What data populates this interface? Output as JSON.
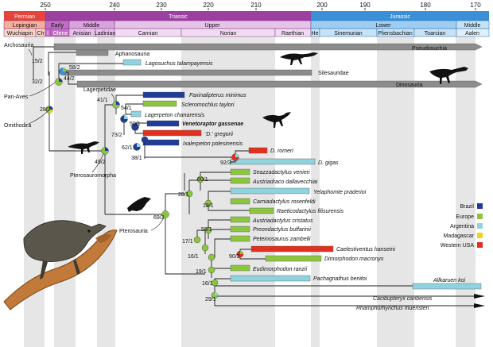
{
  "time_axis": {
    "ticks": [
      "250",
      "240",
      "230",
      "220",
      "210",
      "200",
      "190",
      "180",
      "170"
    ]
  },
  "periods": [
    {
      "name": "Permian",
      "color": "#e8433a"
    },
    {
      "name": "Triassic",
      "color": "#9b3fa0"
    },
    {
      "name": "Jurassic",
      "color": "#3a8fd6"
    }
  ],
  "epochs": [
    "Lopingian",
    "Early",
    "Middle",
    "Upper",
    "Lower",
    "Middle"
  ],
  "stages": [
    "Wuchiapin",
    "Ch",
    "I",
    "Olene",
    "Anisian",
    "Ladinian",
    "Carnian",
    "Norian",
    "Raethian",
    "He",
    "Sinemurian",
    "Pliensbachian",
    "Toarcian",
    "Aalen"
  ],
  "taxa": [
    {
      "name": "Pseudosuchia",
      "style": "plain"
    },
    {
      "name": "Aphanosauria",
      "style": "plain"
    },
    {
      "name": "Lagosuchus talampayensis",
      "style": "italic"
    },
    {
      "name": "Silesauridae",
      "style": "plain"
    },
    {
      "name": "Dinosauria",
      "style": "plain"
    },
    {
      "name": "Faxinalipterus minimus",
      "style": "italic"
    },
    {
      "name": "Scleromochlus taylori",
      "style": "italic"
    },
    {
      "name": "Lagerpeton chanarensis",
      "style": "italic"
    },
    {
      "name": "Venetoraptor gassenae",
      "style": "bold"
    },
    {
      "name": "'D.' gregorii",
      "style": "italic"
    },
    {
      "name": "Ixalerpeton polesinensis",
      "style": "italic"
    },
    {
      "name": "D. romeri",
      "style": "italic"
    },
    {
      "name": "D. gigas",
      "style": "italic"
    },
    {
      "name": "Seazzadactylus venieri",
      "style": "italic"
    },
    {
      "name": "Austriadraco dallavecchiai",
      "style": "italic"
    },
    {
      "name": "Yelaphomte praderioi",
      "style": "italic"
    },
    {
      "name": "Carniadactylus rosenfeldi",
      "style": "italic"
    },
    {
      "name": "Raeticodactylus filisurensis",
      "style": "italic"
    },
    {
      "name": "Austriadactylus cristatus",
      "style": "italic"
    },
    {
      "name": "Preondactylus buffarinii",
      "style": "italic"
    },
    {
      "name": "Peteinosaurus zambelli",
      "style": "italic"
    },
    {
      "name": "Caelestiventus hanseini",
      "style": "italic"
    },
    {
      "name": "Dimorphodon macronyx",
      "style": "italic"
    },
    {
      "name": "Eudimorphodon ranzii",
      "style": "italic"
    },
    {
      "name": "Pachagnathus benitoi",
      "style": "italic"
    },
    {
      "name": "Allkaruen koi",
      "style": "italic"
    },
    {
      "name": "Cacibupteryx caribensis",
      "style": "italic"
    },
    {
      "name": "Rhamphorhynchus muensteri",
      "style": "italic"
    }
  ],
  "clades": [
    "Archosauria",
    "Pan-Aves",
    "Omithodira",
    "Lagerpetidae",
    "Pterosauromorpha",
    "Pterosauria"
  ],
  "support_values": [
    "15/2",
    "58/2",
    "32/2",
    "44/2",
    "28/2",
    "41/1",
    "54/1",
    "73/2",
    "50/1",
    "62/1",
    "38/1",
    "92/3",
    "49/2",
    "60/1",
    "28/1",
    "18/1",
    "69/2",
    "58/1",
    "17/1",
    "16/1",
    "90/2",
    "19/1",
    "16/1",
    "29/1"
  ],
  "legend": {
    "items": [
      {
        "label": "Brazil",
        "color": "#1f3c9a"
      },
      {
        "label": "Europe",
        "color": "#8cc63f"
      },
      {
        "label": "Argentina",
        "color": "#8fd3df"
      },
      {
        "label": "Madagascar",
        "color": "#f2d21b"
      },
      {
        "label": "Western USA",
        "color": "#e2301f"
      }
    ]
  }
}
